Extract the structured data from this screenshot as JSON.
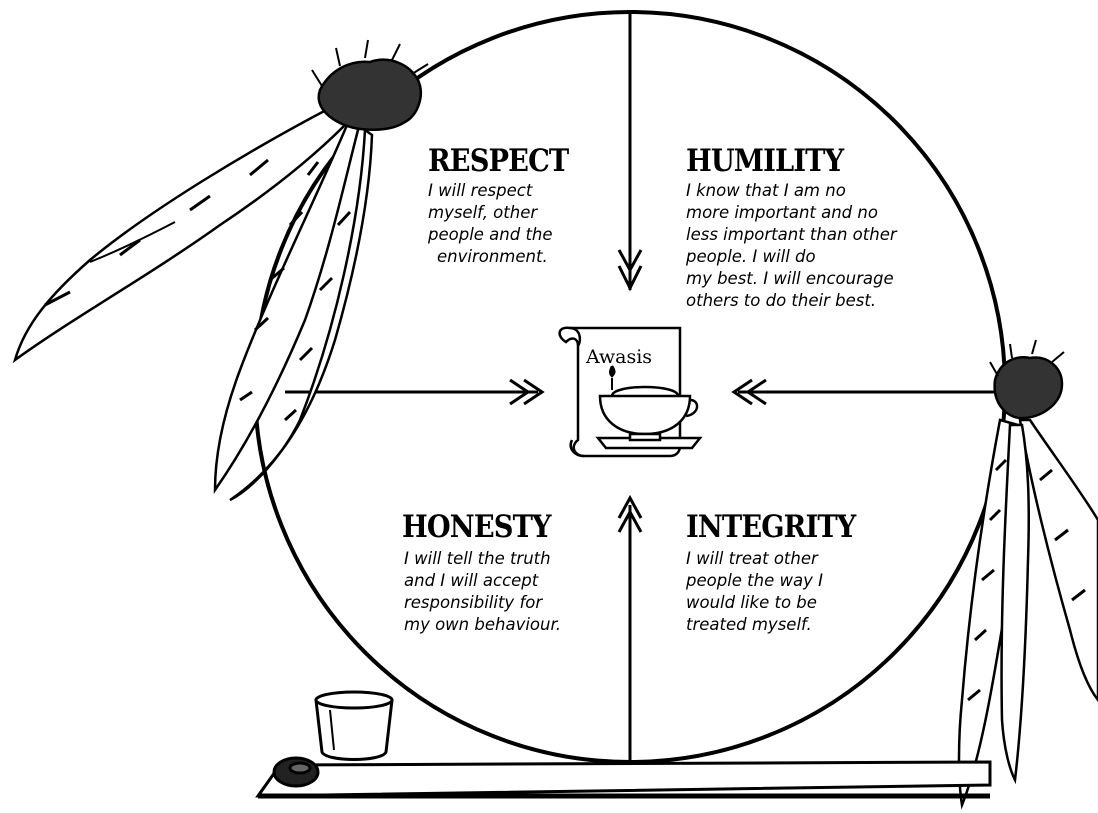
{
  "quadrants": {
    "respect": {
      "title": "RESPECT",
      "lines": [
        "I will respect",
        "myself, other",
        "people and the",
        "environment."
      ]
    },
    "humility": {
      "title": "HUMILITY",
      "lines": [
        "I know that I am no",
        "more important and no",
        "less important than other",
        "people. I will do",
        "my best. I will encourage",
        "others to do their best."
      ]
    },
    "honesty": {
      "title": "HONESTY",
      "lines": [
        "I will tell the truth",
        "and I will accept",
        "responsibility for",
        "my own behaviour."
      ]
    },
    "integrity": {
      "title": "INTEGRITY",
      "lines": [
        "I will treat other",
        "people the way I",
        "would like to be",
        "treated myself."
      ]
    }
  },
  "center": {
    "label": "Awasis",
    "icon": "scroll-with-teacup-icon"
  },
  "decorations": [
    "feather-left-icon",
    "feather-right-icon",
    "bowl-icon",
    "stone-icon",
    "shelf-base"
  ]
}
